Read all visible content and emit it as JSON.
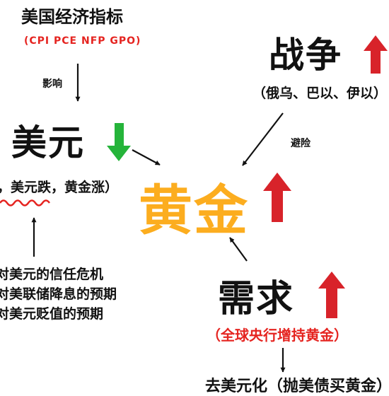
{
  "title_econ": "美国经济指标",
  "econ_indicators": "(CPI PCE NFP GPO)",
  "influence_label": "影响",
  "war": "战争",
  "war_examples": "（俄乌、巴以、伊以）",
  "hedge_label": "避险",
  "usd": "美元",
  "usd_effect": "，美元跌，黄金涨）",
  "gold": "黄金",
  "demand": "需求",
  "central_banks": "（全球央行增持黄金）",
  "dedollar": "去美元化（抛美债买黄金）",
  "trust_items": [
    "对美元的信任危机",
    "对美联储降息的预期",
    "对美元贬值的预期"
  ],
  "colors": {
    "up_red": "#d8232a",
    "down_green": "#25b43a",
    "gold": "#fcad1f",
    "accent_red": "#e52420"
  },
  "icons": {
    "up": "red-up-arrow-icon",
    "down": "green-down-arrow-icon"
  }
}
